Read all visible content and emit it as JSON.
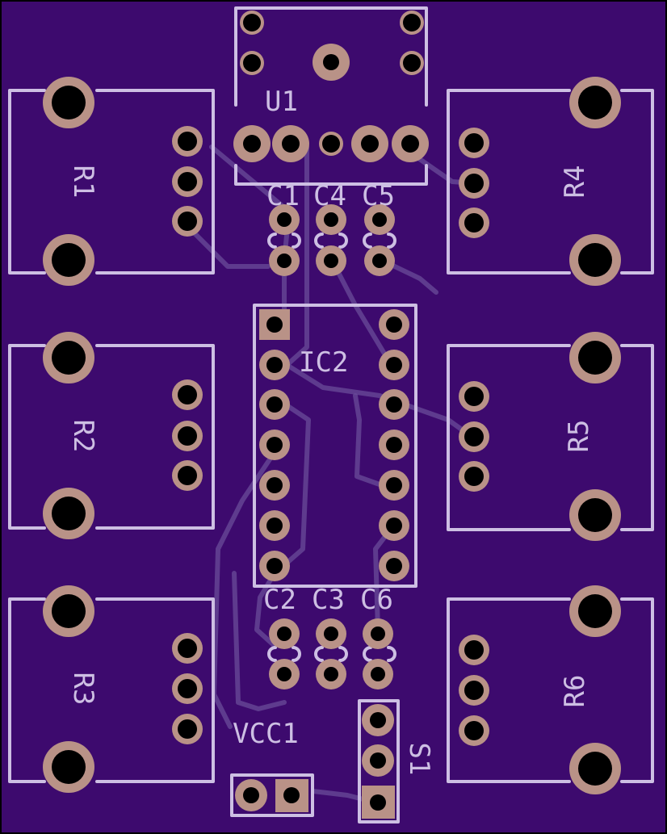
{
  "colors": {
    "board": "#3d0a6e",
    "silkscreen": "#cdbfe3",
    "copper_pad": "#b99287",
    "drill": "#000000",
    "trace": "#6a4c9a"
  },
  "labels": {
    "u1": "U1",
    "ic2": "IC2",
    "c1": "C1",
    "c4": "C4",
    "c5": "C5",
    "c2": "C2",
    "c3": "C3",
    "c6": "C6",
    "r1": "R1",
    "r2": "R2",
    "r3": "R3",
    "r4": "R4",
    "r5": "R5",
    "r6": "R6",
    "vcc1": "VCC1",
    "s1": "S1"
  }
}
